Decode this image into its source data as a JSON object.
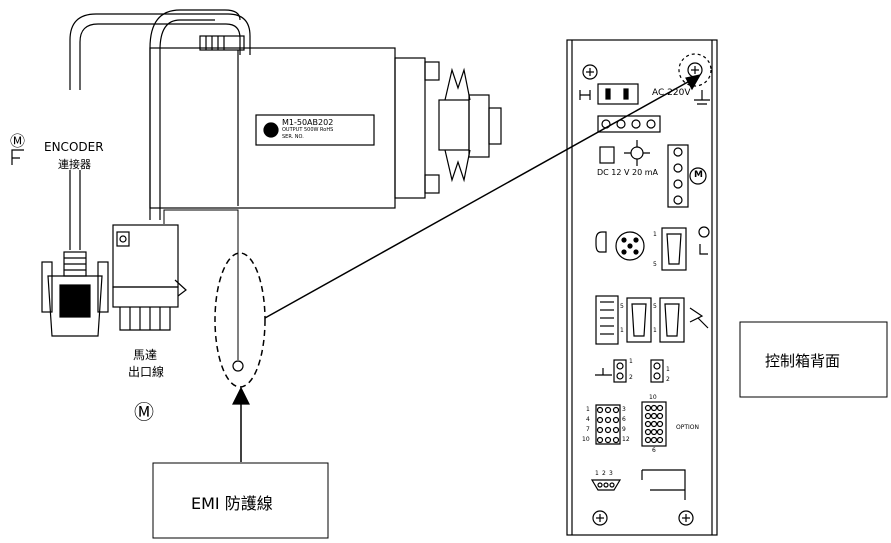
{
  "motor": {
    "model": "M1-50AB202",
    "spec_line": "OUTPUT 500W  RoHS",
    "serial_prefix": "SER. NO.",
    "power_label": "AC 220V"
  },
  "encoder": {
    "symbol": "Ⓜ",
    "title": "ENCODER",
    "subtitle": "連接器"
  },
  "motor_output": {
    "line1": "馬達",
    "line2": "出口線",
    "symbol": "Ⓜ"
  },
  "emi": {
    "label": "EMI  防護線"
  },
  "control_box": {
    "back_label": "控制箱背面",
    "dc_label": "DC 12 V 20 mA",
    "option_label": "OPTION",
    "pin_1": "1",
    "pin_2": "2",
    "pin_3": "3",
    "pin_5": "5",
    "pin_6": "6",
    "pin_10": "10",
    "pin_nums_left": [
      "1",
      "4",
      "7",
      "10"
    ],
    "pin_nums_right": [
      "3",
      "6",
      "9",
      "12"
    ],
    "m_symbol": "M"
  },
  "colors": {
    "line": "#000000",
    "background": "#ffffff"
  }
}
